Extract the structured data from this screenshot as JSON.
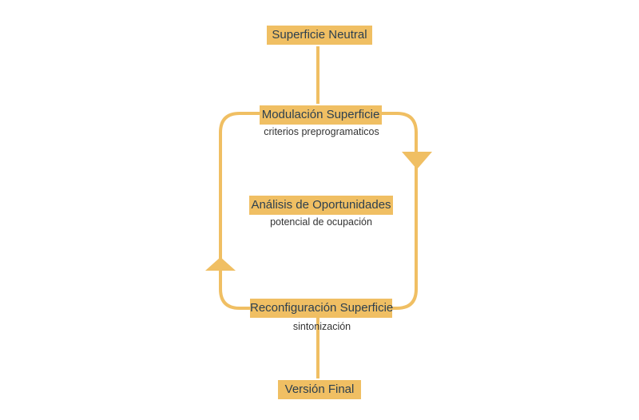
{
  "diagram": {
    "accent_color": "#f0bf63",
    "text_color": "#2c3f4f",
    "nodes": {
      "start": {
        "label": "Superficie Neutral"
      },
      "modulation": {
        "label": "Modulación Superficie",
        "sub": "criterios preprogramaticos"
      },
      "analysis": {
        "label": "Análisis de Oportunidades",
        "sub": "potencial de ocupación"
      },
      "reconfiguration": {
        "label": "Reconfiguración Superficie",
        "sub": "sintonización"
      },
      "final": {
        "label": "Versión Final"
      }
    },
    "cycle_arrows": [
      "arrow-down-icon",
      "arrow-up-icon"
    ]
  }
}
